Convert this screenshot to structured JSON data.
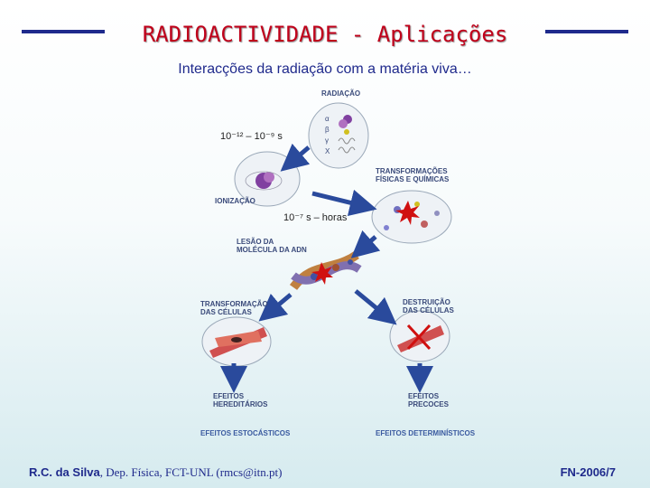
{
  "header": {
    "title": "RADIOACTIVIDADE - Aplicações",
    "subtitle": "Interacções da radiação com a matéria viva…"
  },
  "diagram": {
    "radiation_label": "RADIAÇÃO",
    "radiation_types": [
      "α",
      "β",
      "γ",
      "X"
    ],
    "time_early": "10⁻¹² – 10⁻⁹ s",
    "ionization_label": "IONIZAÇÃO",
    "transformations_label": "TRANSFORMAÇÕES FÍSICAS E QUÍMICAS",
    "time_late": "10⁻⁷ s – horas",
    "dna_damage_label": "LESÃO DA MOLÉCULA DA ADN",
    "cell_transformation_label": "TRANSFORMAÇÃO DAS CÉLULAS",
    "cell_destruction_label": "DESTRUIÇÃO DAS CÉLULAS",
    "hereditary_effects_label": "EFEITOS HEREDITÁRIOS",
    "early_effects_label": "EFEITOS PRECOCES",
    "stochastic_label": "EFEITOS ESTOCÁSTICOS",
    "deterministic_label": "EFEITOS DETERMINÍSTICOS",
    "arrow_color": "#2a4a9c",
    "red_color": "#d01010"
  },
  "footer": {
    "author": "R.C. da Silva",
    "affiliation": ", Dep. Física, FCT-UNL (rmcs@itn.pt)",
    "code": "FN-2006/7"
  }
}
